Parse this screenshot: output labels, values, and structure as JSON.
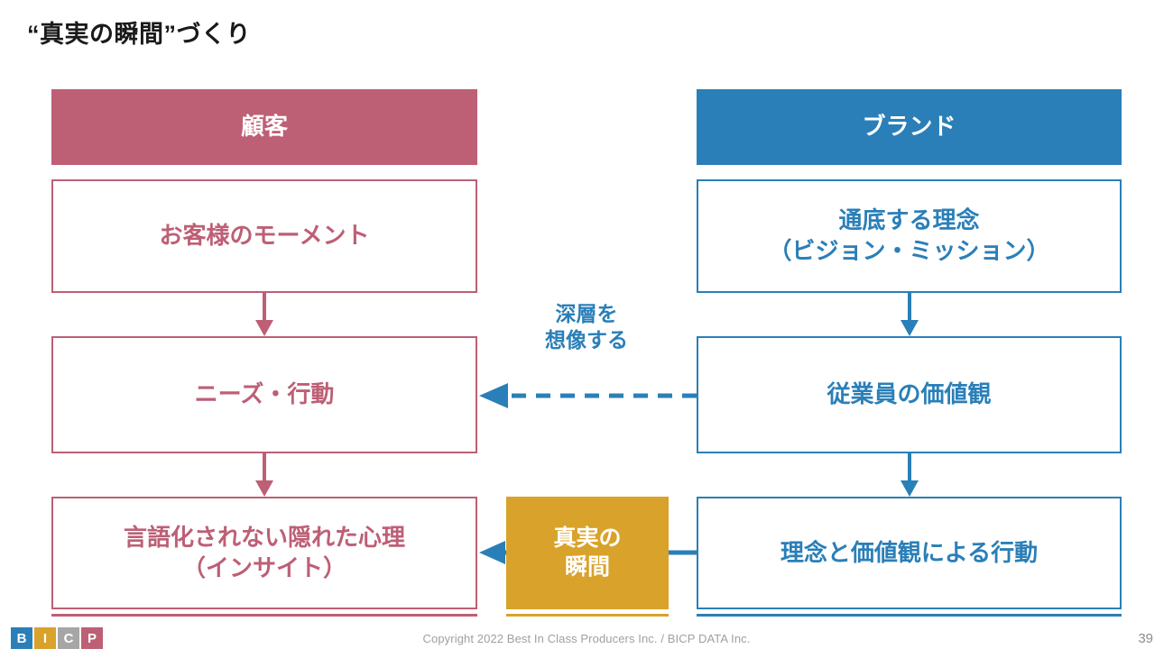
{
  "slide": {
    "title": "“真実の瞬間”づくり",
    "page_number": "39",
    "colors": {
      "customer": "#bd5f75",
      "brand": "#2a7fb8",
      "moment": "#d9a22b",
      "logo_gray": "#a6a6a6",
      "title_text": "#1a1a1a",
      "footer_text": "#a0a0a0"
    }
  },
  "columns": {
    "customer": {
      "header": "顧客",
      "boxes": [
        {
          "line1": "お客様のモーメント",
          "line2": ""
        },
        {
          "line1": "ニーズ・行動",
          "line2": ""
        },
        {
          "line1": "言語化されない隠れた心理",
          "line2": "（インサイト）"
        }
      ]
    },
    "brand": {
      "header": "ブランド",
      "boxes": [
        {
          "line1": "通底する理念",
          "line2": "（ビジョン・ミッション）"
        },
        {
          "line1": "従業員の価値観",
          "line2": ""
        },
        {
          "line1": "理念と価値観による行動",
          "line2": ""
        }
      ]
    }
  },
  "center": {
    "dashed_label_line1": "深層を",
    "dashed_label_line2": "想像する",
    "moment_line1": "真実の",
    "moment_line2": "瞬間"
  },
  "footer": {
    "logo": [
      "B",
      "I",
      "C",
      "P"
    ],
    "copyright": "Copyright 2022 Best In Class Producers Inc. / BICP DATA Inc."
  }
}
